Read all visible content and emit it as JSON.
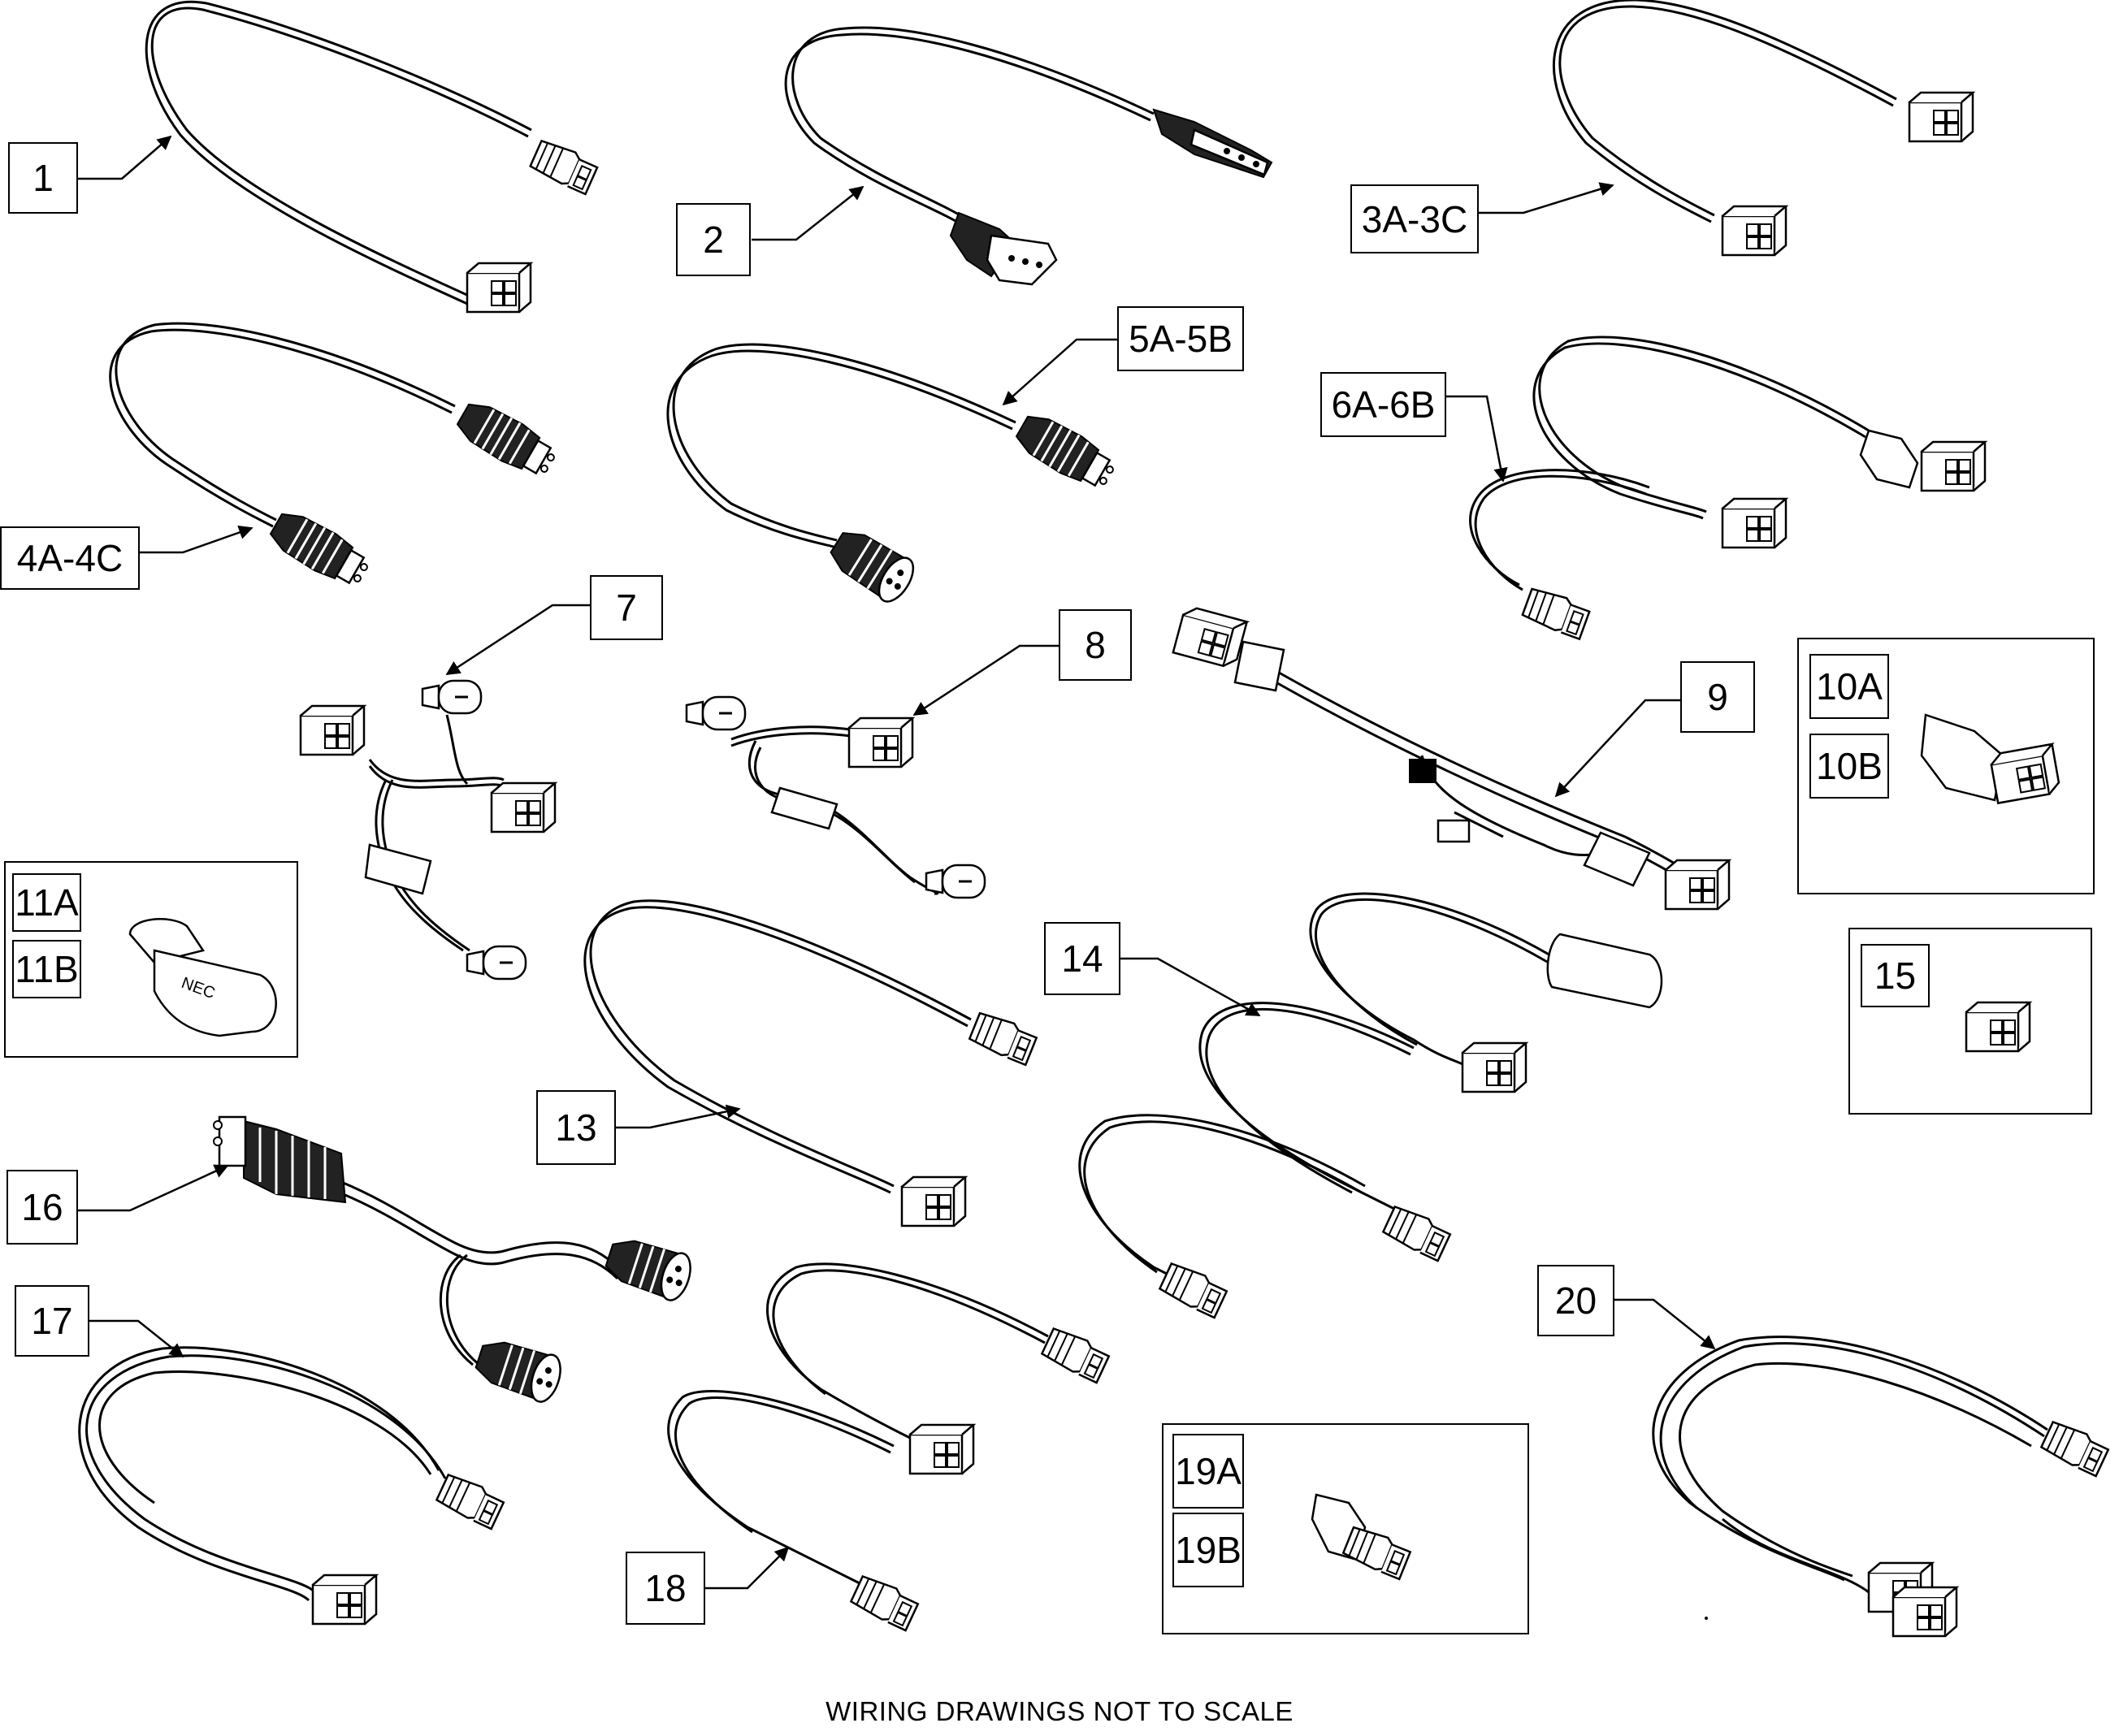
{
  "callouts": {
    "c1": "1",
    "c2": "2",
    "c3": "3A-3C",
    "c4": "4A-4C",
    "c5": "5A-5B",
    "c6": "6A-6B",
    "c7": "7",
    "c8": "8",
    "c9": "9",
    "c10a": "10A",
    "c10b": "10B",
    "c11a": "11A",
    "c11b": "11B",
    "c13": "13",
    "c14": "14",
    "c15": "15",
    "c16": "16",
    "c17": "17",
    "c18": "18",
    "c19a": "19A",
    "c19b": "19B",
    "c20": "20"
  },
  "footer": "WIRING DRAWINGS NOT TO SCALE",
  "connector_marking": "NEC",
  "colors": {
    "line": "#000000",
    "background": "#ffffff",
    "shade": "#1a1a1a"
  }
}
